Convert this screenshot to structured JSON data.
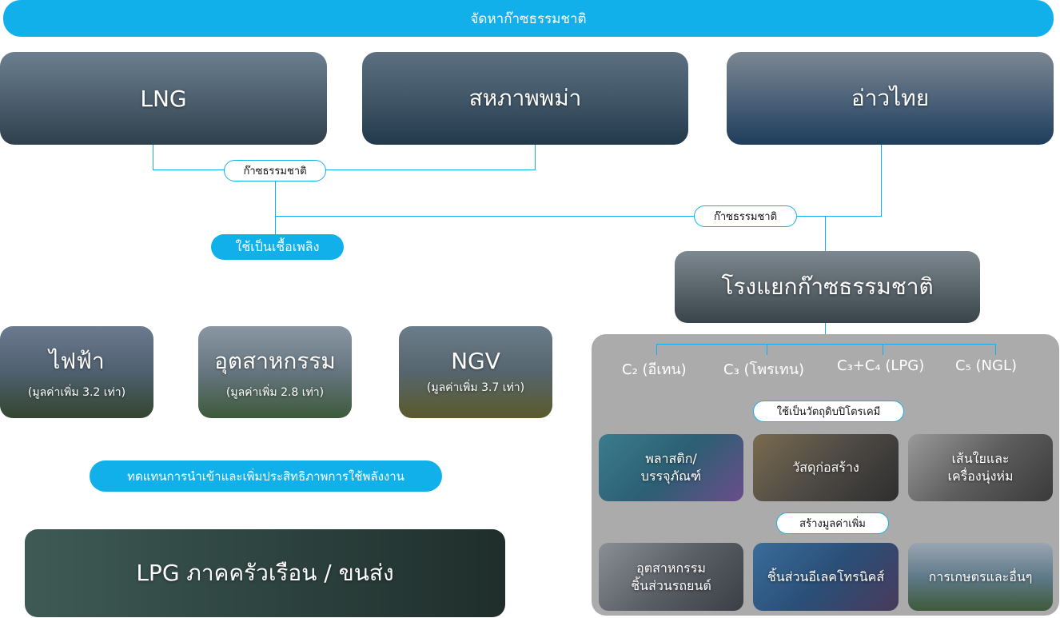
{
  "header": {
    "title": "จัดหาก๊าซธรรมชาติ"
  },
  "sources": [
    {
      "label": "LNG"
    },
    {
      "label": "สหภาพพม่า"
    },
    {
      "label": "อ่าวไทย"
    }
  ],
  "connectors": {
    "gas_label_1": "ก๊าซธรรมชาติ",
    "gas_label_2": "ก๊าซธรรมชาติ",
    "fuel_label": "ใช้เป็นเชื้อเพลิง"
  },
  "plant": {
    "label": "โรงแยกก๊าซธรรมชาติ"
  },
  "fuel_uses": [
    {
      "label": "ไฟฟ้า",
      "value": "(มูลค่าเพิ่ม 3.2 เท่า)"
    },
    {
      "label": "อุตสาหกรรม",
      "value": "(มูลค่าเพิ่ม 2.8 เท่า)"
    },
    {
      "label": "NGV",
      "value": "(มูลค่าเพิ่ม 3.7 เท่า)"
    }
  ],
  "replace_banner": "ทดแทนการนำเข้าและเพิ่มประสิทธิภาพการใช้พลังงาน",
  "lpg_banner": "LPG ภาคครัวเรือน / ขนส่ง",
  "products": {
    "components": [
      "C₂ (อีเทน)",
      "C₃ (โพรเทน)",
      "C₃+C₄ (LPG)",
      "C₅ (NGL)"
    ],
    "petrochem_label": "ใช้เป็นวัตถุดิบปิโตรเคมี",
    "petrochem_items": [
      {
        "line1": "พลาสติก/",
        "line2": "บรรจุภัณฑ์"
      },
      {
        "line1": "วัสดุก่อสร้าง",
        "line2": ""
      },
      {
        "line1": "เส้นใยและ",
        "line2": "เครื่องนุ่งห่ม"
      }
    ],
    "value_label": "สร้างมูลค่าเพิ่ม",
    "value_items": [
      {
        "line1": "อุตสาหกรรม",
        "line2": "ชิ้นส่วนรถยนต์"
      },
      {
        "line1": "ชิ้นส่วนอีเลคโทรนิคส์",
        "line2": ""
      },
      {
        "line1": "การเกษตรและอื่นๆ",
        "line2": ""
      }
    ]
  },
  "colors": {
    "accent": "#12b0eb",
    "panel": "#ababab"
  }
}
